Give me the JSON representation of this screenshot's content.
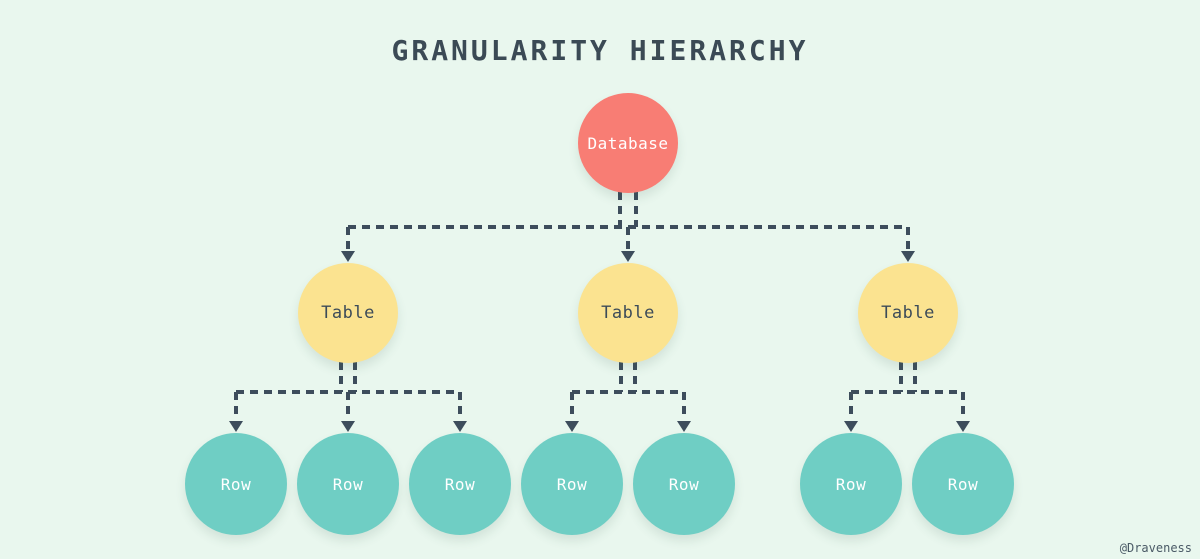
{
  "title": "GRANULARITY HIERARCHY",
  "watermark": "@Draveness",
  "colors": {
    "background": "#e9f7ee",
    "database_fill": "#f87d74",
    "table_fill": "#fbe390",
    "row_fill": "#6fcec4",
    "connector": "#3d4d5c",
    "title_text": "#3b4a55"
  },
  "nodes": {
    "database": {
      "label": "Database"
    },
    "tables": [
      {
        "label": "Table"
      },
      {
        "label": "Table"
      },
      {
        "label": "Table"
      }
    ],
    "rows": [
      {
        "label": "Row"
      },
      {
        "label": "Row"
      },
      {
        "label": "Row"
      },
      {
        "label": "Row"
      },
      {
        "label": "Row"
      },
      {
        "label": "Row"
      },
      {
        "label": "Row"
      }
    ]
  }
}
